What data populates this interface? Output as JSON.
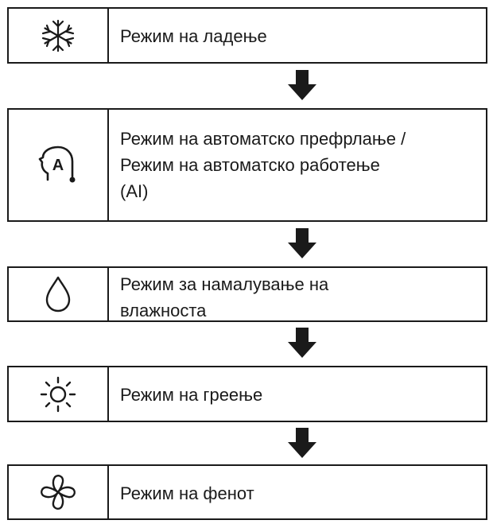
{
  "modes": [
    {
      "icon": "snowflake-icon",
      "label": "Режим на ладење"
    },
    {
      "icon": "auto-ai-icon",
      "label": "Режим на автоматско префрлање /\nРежим на автоматско работење\n(AI)"
    },
    {
      "icon": "water-drop-icon",
      "label": "Режим за намалување на\nвлажноста"
    },
    {
      "icon": "sun-icon",
      "label": "Режим на греење"
    },
    {
      "icon": "fan-icon",
      "label": "Режим на фенот"
    }
  ],
  "colors": {
    "ink": "#1a1a1a",
    "background": "#ffffff"
  }
}
